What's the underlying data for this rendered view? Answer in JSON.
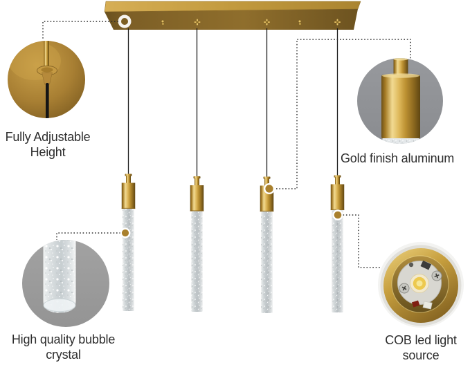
{
  "pendant_count": 4,
  "callouts": {
    "adjustable_height": {
      "label": "Fully Adjustable Height",
      "marker": "dotted-line-to-canopy"
    },
    "gold_finish": {
      "label": "Gold finish aluminum",
      "marker": "dotted-line-to-socket"
    },
    "bubble_crystal": {
      "label": "High quality bubble crystal",
      "marker": "dotted-line-to-crystal-rod"
    },
    "cob_led": {
      "label": "COB led light source",
      "marker": "dotted-line-to-led"
    }
  },
  "icons": [
    "mounting-grommet-icon",
    "mounting-screw-icon",
    "marker-dot-icon"
  ],
  "colors": {
    "background": "#ffffff",
    "text": "#2d2d2d",
    "gold_accent": "#c79f3e",
    "gold_highlight": "#f1da92",
    "gold_dark": "#6e5118",
    "plate_front": "#8f6e2c",
    "crystal_gray": "#c6cdd0",
    "callout_gray_top_right": "#909298",
    "callout_gray_bottom_left": "#9c9c9c",
    "callout_white": "#f3f3f1",
    "marker_dot": "#a9802d",
    "led_yellow": "#edc94e",
    "cable_black": "#1b1b1b",
    "dotted_line": "#2a2a2a"
  }
}
